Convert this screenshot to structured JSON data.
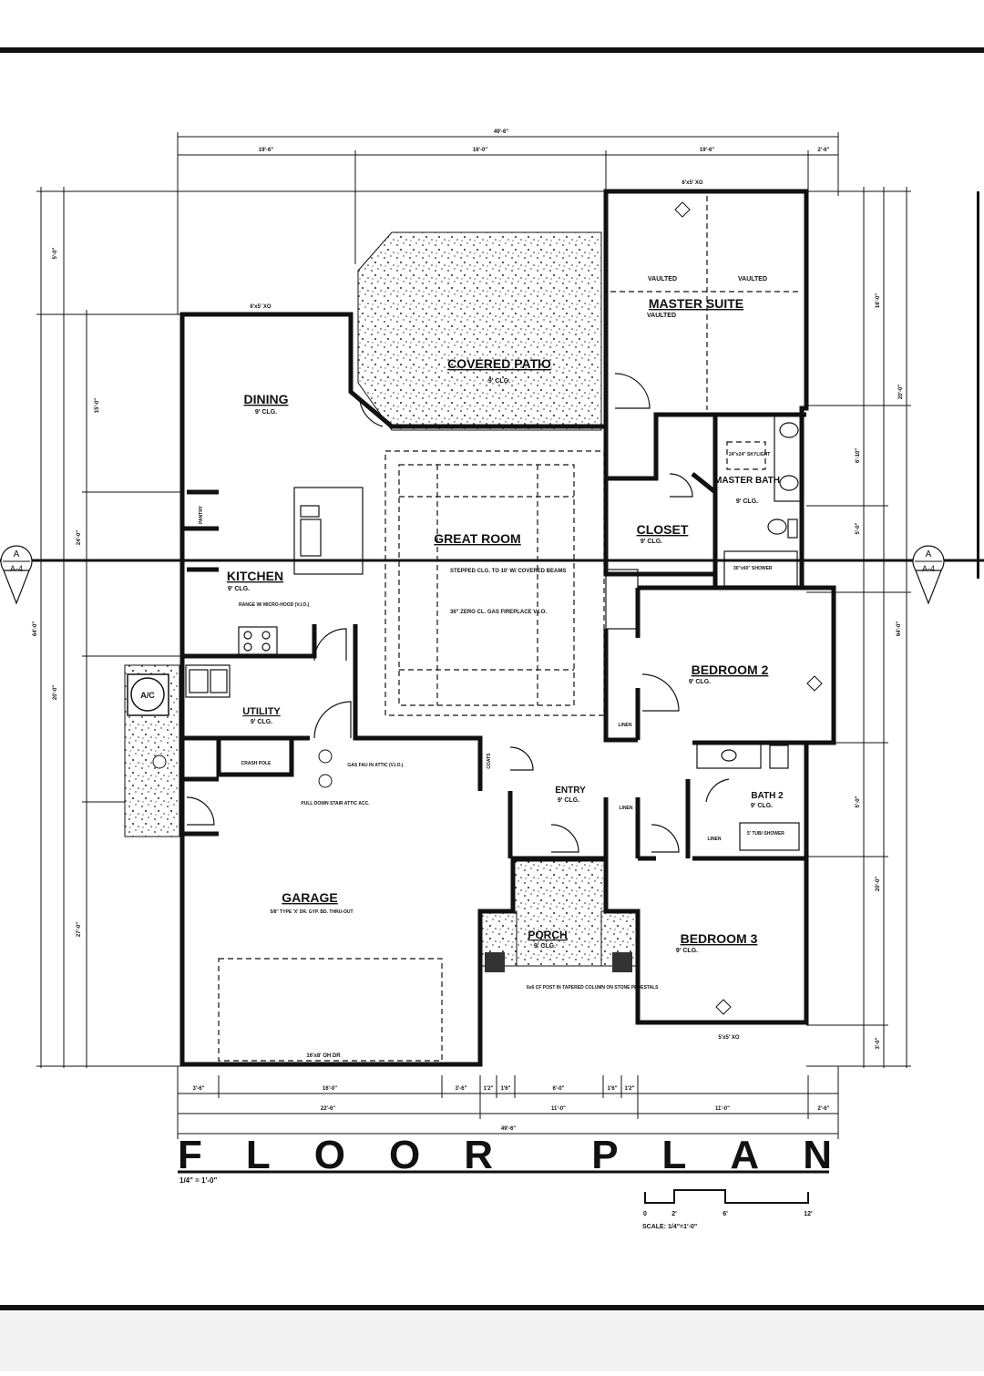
{
  "title": "FLOOR PLAN",
  "scale_note": "1/4\" = 1'-0\"",
  "scale_bar": {
    "ticks": [
      "0",
      "2'",
      "6'",
      "12'"
    ],
    "label": "SCALE: 1/4\"=1'-0\""
  },
  "section_marker": {
    "letter": "A",
    "sheet": "A-4"
  },
  "rooms": {
    "master_suite": {
      "name": "MASTER SUITE",
      "sub": "VAULTED"
    },
    "covered_patio": {
      "name": "COVERED PATIO",
      "sub": "9' CLG."
    },
    "dining": {
      "name": "DINING",
      "sub": "9' CLG."
    },
    "great_room": {
      "name": "GREAT ROOM",
      "sub": ""
    },
    "closet": {
      "name": "CLOSET",
      "sub": "9' CLG."
    },
    "master_bath": {
      "name": "MASTER BATH",
      "sub": "9' CLG."
    },
    "kitchen": {
      "name": "KITCHEN",
      "sub": "9' CLG."
    },
    "bedroom2": {
      "name": "BEDROOM 2",
      "sub": "9' CLG."
    },
    "utility": {
      "name": "UTILITY",
      "sub": "9' CLG."
    },
    "entry": {
      "name": "ENTRY",
      "sub": "9' CLG."
    },
    "bath2": {
      "name": "BATH 2",
      "sub": "9' CLG."
    },
    "garage": {
      "name": "GARAGE",
      "sub": "5/8\" TYPE 'X' DR. GYP. BD. THRU-OUT"
    },
    "porch": {
      "name": "PORCH",
      "sub": "9' CLG."
    },
    "bedroom3": {
      "name": "BEDROOM 3",
      "sub": "9' CLG."
    }
  },
  "notes": {
    "vaulted_left": "VAULTED",
    "vaulted_right": "VAULTED",
    "great_room_clg": "STEPPED CLG. TO 10' W/ COVERED BEAMS",
    "fireplace": "36\" ZERO CL. GAS FIREPLACE V.I.O.",
    "range": "RANGE W/ MICRO-HOOD (V.I.O.)",
    "ac": "A/C",
    "linen": "LINEN",
    "coats": "COATS",
    "skylight": "24\"x24\" SKYLIGHT",
    "shower": "30\"x60\" SHOWER",
    "tub": "5' TUB/ SHOWER",
    "gas_fau": "GAS FAU IN ATTIC (V.I.O.)",
    "pull_down": "PULL DOWN STAIR ATTIC ACC.",
    "crash_pole": "CRASH POLE",
    "pantry": "PANTRY",
    "garage_door": "16'x8' OH DR",
    "porch_post": "6x6 CF POST IN TAPERED COLUMN ON STONE PEDESTALS",
    "window_top": "6'x5' XO",
    "window_dining": "6'x5' XO",
    "window_br3": "5'x5' XO"
  },
  "dims": {
    "overall_top": "49'-6\"",
    "top": [
      "19'-6\"",
      "16'-0\"",
      "19'-6\"",
      "2'-6\""
    ],
    "overall_bottom": "49'-6\"",
    "bottom_1": [
      "3'-6\"",
      "16'-0\"",
      "3'-6\"",
      "1'2\"",
      "1'6\"",
      "6'-0\"",
      "1'6\"",
      "1'2\""
    ],
    "bottom_2": [
      "22'-6\"",
      "11'-0\"",
      "11'-0\"",
      "2'-6\""
    ],
    "left": [
      "5'-0\"",
      "15'-0\"",
      "24'-0\"",
      "20'-0\"",
      "27'-0\""
    ],
    "left_overall": "64'-0\"",
    "right": [
      "16'-0\"",
      "20'-0\"",
      "6'-10\"",
      "5'-0\"",
      "20'-0\"",
      "5'-0\"",
      "3'-0\""
    ],
    "right_overall": "64'-0\""
  }
}
